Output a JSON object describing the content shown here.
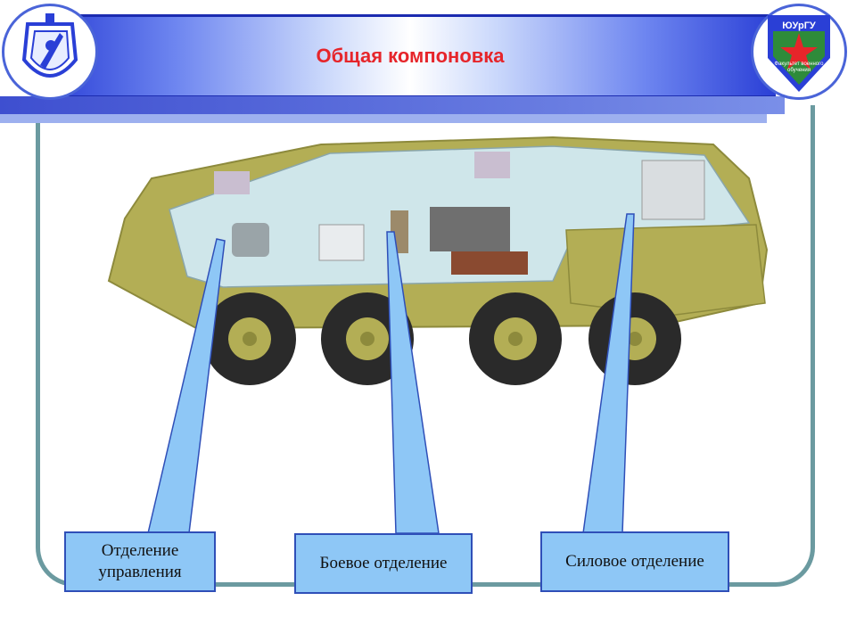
{
  "header": {
    "title": "Общая компоновка"
  },
  "logo_right": {
    "abbr": "ЮУрГУ",
    "subtitle": "Факультет военного обучения"
  },
  "labels": [
    "Отделение управления",
    "Боевое отделение",
    "Силовое отделение"
  ],
  "colors": {
    "title": "#e6252a",
    "header_dark": "#1b2bb0",
    "label_fill": "#8ec7f6",
    "label_border": "#2f4fb8",
    "vehicle_hull": "#b3ae55",
    "frame": "#6b9aa0"
  }
}
